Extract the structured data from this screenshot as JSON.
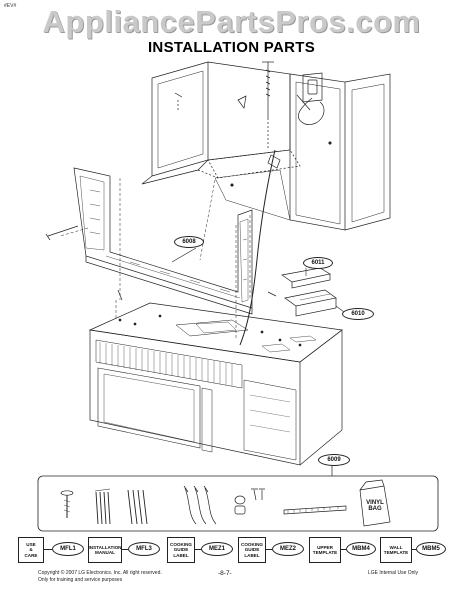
{
  "header": {
    "corner_tag": "#EV#",
    "watermark": "AppliancePartsPros.com",
    "title": "INSTALLATION PARTS"
  },
  "callouts": {
    "frame_part": "6008",
    "bracket_top": "6011",
    "bracket_bottom": "6010",
    "kit": "6009"
  },
  "kit_items": {
    "vinyl_bag": "VINYL\nBAG"
  },
  "documents": [
    {
      "label": "USE\n&\nCARE",
      "code": "MFL1"
    },
    {
      "label": "INSTALLATION\nMANUAL",
      "code": "MFL3"
    },
    {
      "label": "COOKING\nGUIDE\nLABEL",
      "code": "MEZ1"
    },
    {
      "label": "COOKING\nGUIDE\nLABEL",
      "code": "MEZ2"
    },
    {
      "label": "UPPER\nTEMPLATE",
      "code": "MBM4"
    },
    {
      "label": "WALL\nTEMPLATE",
      "code": "MBM5"
    }
  ],
  "footer": {
    "copyright_line1": "Copyright © 2007 LG Electronics. Inc. All right reserved.",
    "copyright_line2": "Only for training and service purposes",
    "page_number": "-8-7-",
    "internal": "LGE Internal Use Only"
  }
}
